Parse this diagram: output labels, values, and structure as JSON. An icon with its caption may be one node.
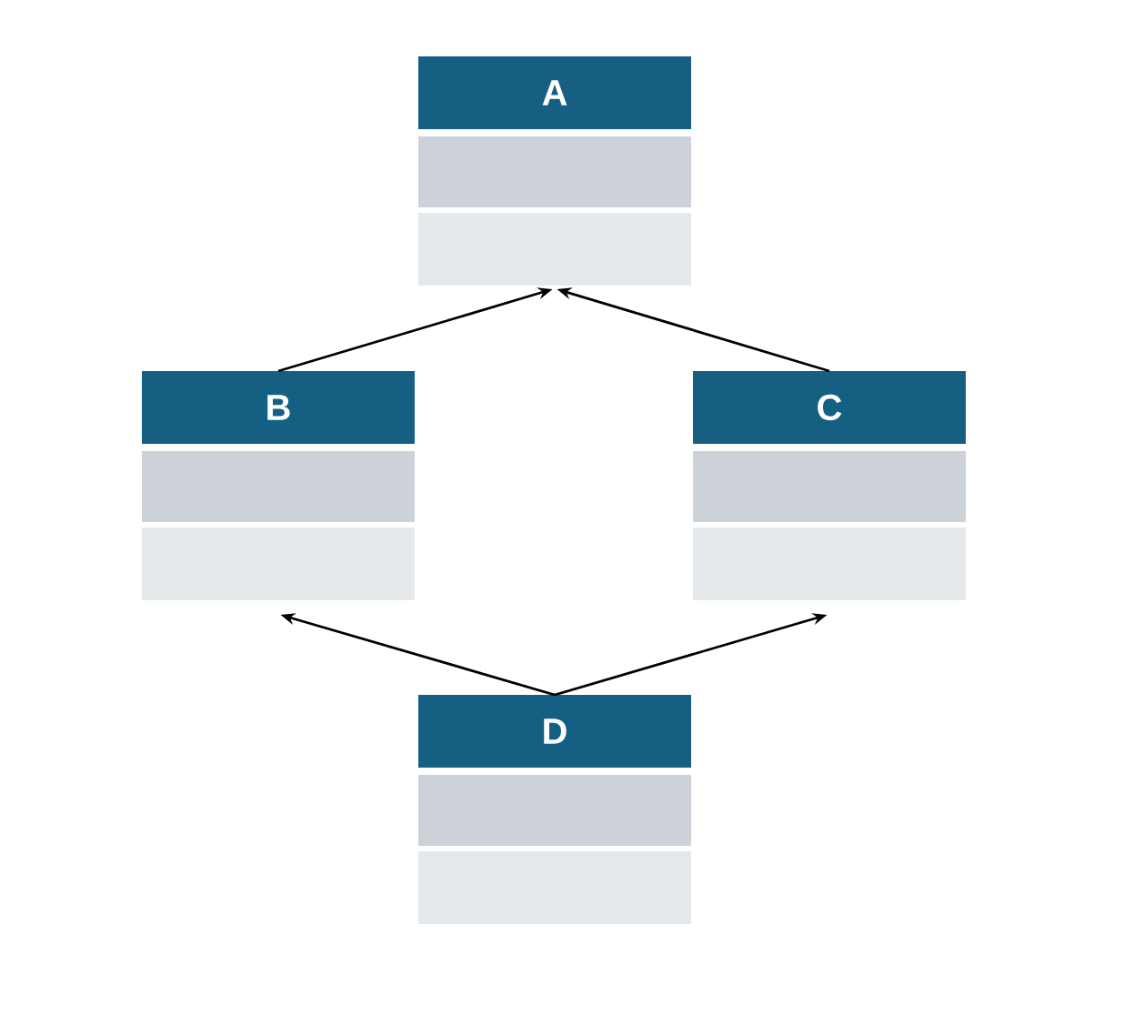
{
  "diagram": {
    "nodes": [
      {
        "text": [
          "A"
        ]
      },
      {
        "text": [
          "B"
        ]
      },
      {
        "text": [
          "C"
        ]
      },
      {
        "text": [
          "D"
        ]
      }
    ],
    "edges": [
      {
        "from": 1,
        "to": 0,
        "arrow": "to"
      },
      {
        "from": 2,
        "to": 0,
        "arrow": "to"
      },
      {
        "from": 3,
        "to": 1,
        "arrow": "to"
      },
      {
        "from": 3,
        "to": 2,
        "arrow": "to"
      }
    ]
  }
}
